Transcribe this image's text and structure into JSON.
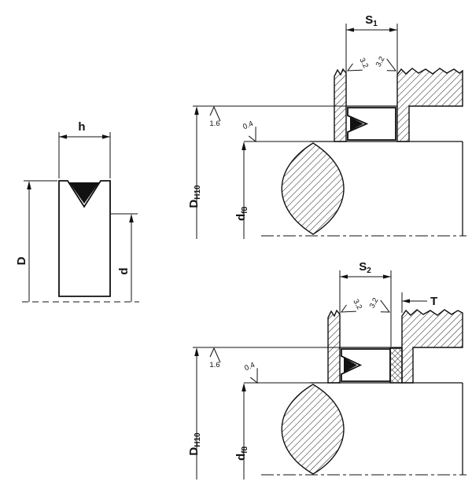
{
  "profile_figure": {
    "height_label": "h",
    "outer_dia_label": "D",
    "inner_dia_label": "d"
  },
  "install_no_backup": {
    "groove_width": {
      "base": "S",
      "sub": "1"
    },
    "groove_dia": {
      "base": "D",
      "sub": "H10"
    },
    "rod_dia": {
      "base": "d",
      "sub": "f8"
    },
    "roughness_groove_left": "3.2",
    "roughness_groove_right": "3.2",
    "roughness_groove_bottom": "1.6",
    "roughness_rod": "0.4"
  },
  "install_with_backup": {
    "groove_width": {
      "base": "S",
      "sub": "2"
    },
    "backup_width_label": "T",
    "groove_dia": {
      "base": "D",
      "sub": "H10"
    },
    "rod_dia": {
      "base": "d",
      "sub": "f8"
    },
    "roughness_groove_left": "3.2",
    "roughness_groove_right": "3.2",
    "roughness_groove_bottom": "1.6",
    "roughness_rod": "0.4"
  },
  "colors": {
    "line": "#111111",
    "background": "#ffffff"
  }
}
